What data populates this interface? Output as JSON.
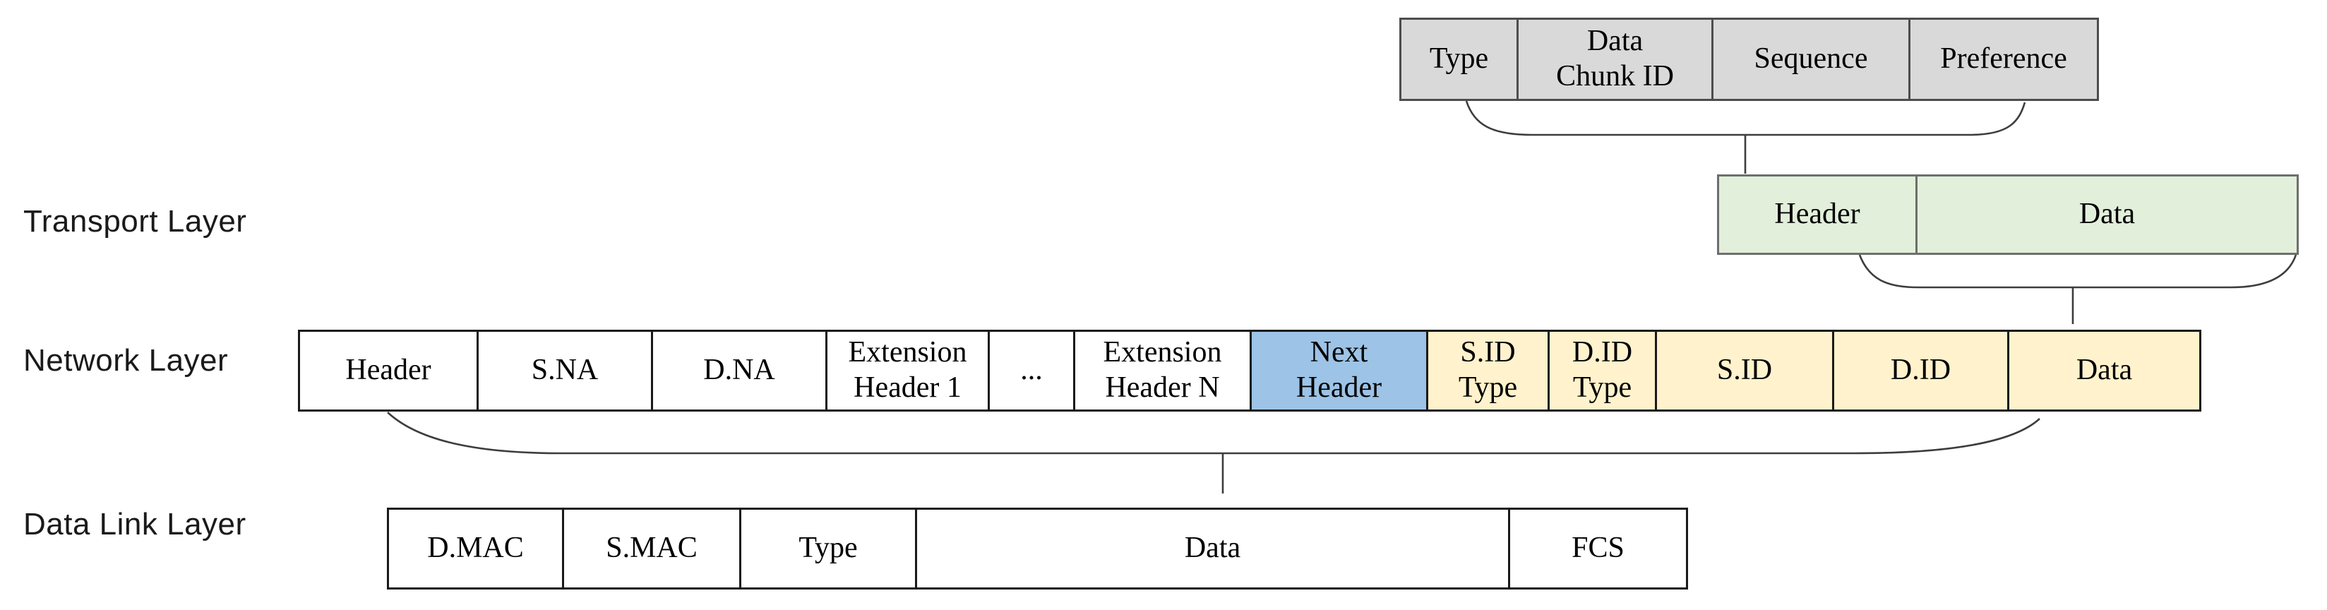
{
  "colors": {
    "gray": "#d9d9d9",
    "green": "#e2efda",
    "blue": "#9dc3e6",
    "yellow": "#fff2cc",
    "line": "#3d3d3d"
  },
  "layers": {
    "transport": {
      "label": "Transport Layer"
    },
    "network": {
      "label": "Network Layer"
    },
    "datalink": {
      "label": "Data Link Layer"
    }
  },
  "rows": {
    "chunk": [
      "Type",
      "Data\nChunk ID",
      "Sequence",
      "Preference"
    ],
    "transport": [
      "Header",
      "Data"
    ],
    "network": [
      "Header",
      "S.NA",
      "D.NA",
      "Extension\nHeader 1",
      "...",
      "Extension\nHeader N",
      "Next\nHeader",
      "S.ID\nType",
      "D.ID\nType",
      "S.ID",
      "D.ID",
      "Data"
    ],
    "datalink": [
      "D.MAC",
      "S.MAC",
      "Type",
      "Data",
      "FCS"
    ]
  }
}
